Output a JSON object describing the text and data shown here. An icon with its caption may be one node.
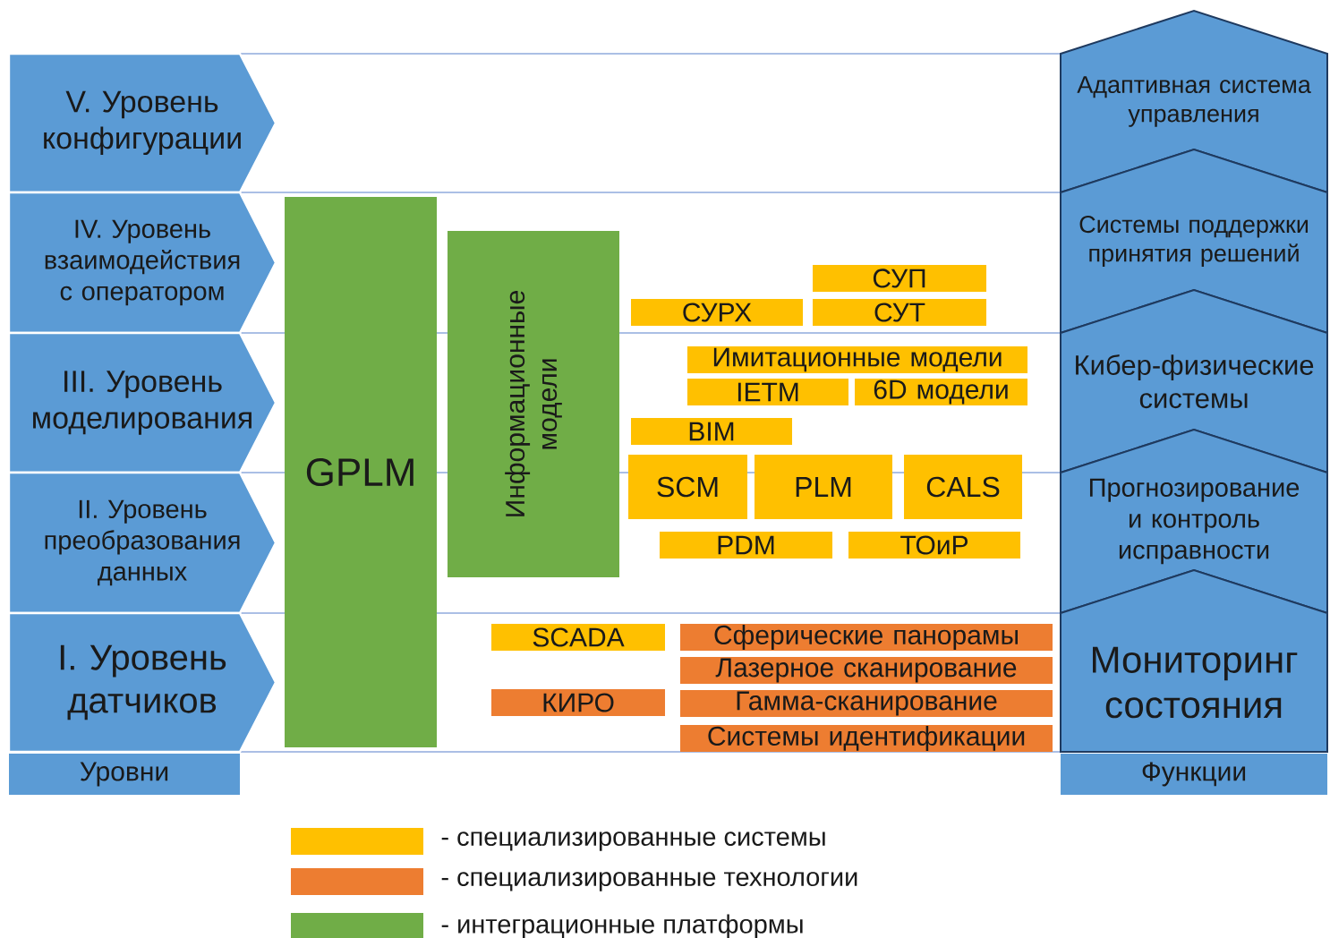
{
  "diagram": {
    "nodes": [
      {
        "text": [
          "V. Уровень конфигурации"
        ]
      },
      {
        "text": [
          "IV. Уровень взаимодействия с оператором"
        ]
      },
      {
        "text": [
          "III. Уровень моделирования"
        ]
      },
      {
        "text": [
          "II. Уровень преобразования данных"
        ]
      },
      {
        "text": [
          "I. Уровень датчиков"
        ]
      },
      {
        "text": [
          "Уровни"
        ]
      },
      {
        "text": [
          "GPLM"
        ]
      },
      {
        "text": [
          "Информационные модели"
        ]
      },
      {
        "text": [
          "СУП"
        ]
      },
      {
        "text": [
          "СУРХ"
        ]
      },
      {
        "text": [
          "СУТ"
        ]
      },
      {
        "text": [
          "Имитационные модели"
        ]
      },
      {
        "text": [
          "IETM"
        ]
      },
      {
        "text": [
          "6D модели"
        ]
      },
      {
        "text": [
          "BIM"
        ]
      },
      {
        "text": [
          "SCM"
        ]
      },
      {
        "text": [
          "PLM"
        ]
      },
      {
        "text": [
          "CALS"
        ]
      },
      {
        "text": [
          "PDM"
        ]
      },
      {
        "text": [
          "ТОиР"
        ]
      },
      {
        "text": [
          "SCADA"
        ]
      },
      {
        "text": [
          "Сферические панорамы"
        ]
      },
      {
        "text": [
          "Лазерное сканирование"
        ]
      },
      {
        "text": [
          "КИРО"
        ]
      },
      {
        "text": [
          "Гамма-сканирование"
        ]
      },
      {
        "text": [
          "Системы идентификации"
        ]
      },
      {
        "text": [
          "Адаптивная система управления"
        ]
      },
      {
        "text": [
          "Системы поддержки принятия решений"
        ]
      },
      {
        "text": [
          "Кибер-физические системы"
        ]
      },
      {
        "text": [
          "Прогнозирование и контроль исправности"
        ]
      },
      {
        "text": [
          "Мониторинг состояния"
        ]
      },
      {
        "text": [
          "Функции"
        ]
      }
    ],
    "legend": [
      {
        "text": "- специализированные системы",
        "color": "#ffc000"
      },
      {
        "text": "- специализированные технологии",
        "color": "#ed7d31"
      },
      {
        "text": "- интеграционные платформы",
        "color": "#70ad47"
      }
    ]
  }
}
